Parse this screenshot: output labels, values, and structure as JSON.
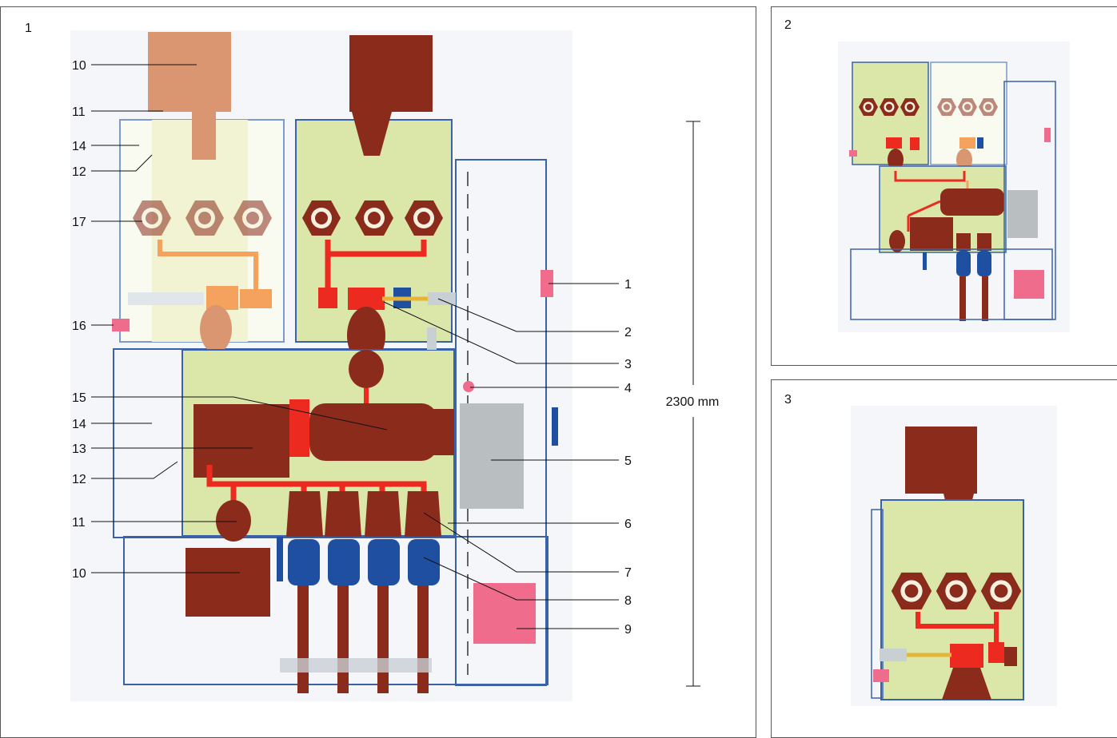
{
  "panels": [
    {
      "number": "1"
    },
    {
      "number": "2"
    },
    {
      "number": "3"
    }
  ],
  "dimension": {
    "label": "2300 mm"
  },
  "callouts_left": [
    "10",
    "11",
    "14",
    "12",
    "17",
    "16",
    "15",
    "14",
    "13",
    "12",
    "11",
    "10"
  ],
  "callouts_right": [
    "1",
    "2",
    "3",
    "4",
    "5",
    "6",
    "7",
    "8",
    "9"
  ],
  "colors": {
    "panel_fill": "#dbe7a8",
    "panel_fill_faded": "#f1f3d2",
    "busbar_red": "#ec2a1f",
    "busbar_faded": "#f4a25e",
    "component_brown": "#8a2b1c",
    "component_faded": "#d99670",
    "insulator_blue": "#1f4fa0",
    "frame_blue": "#3a62a8",
    "relay_grey": "#b9bfc0",
    "indicator_pink": "#f06c8c"
  }
}
